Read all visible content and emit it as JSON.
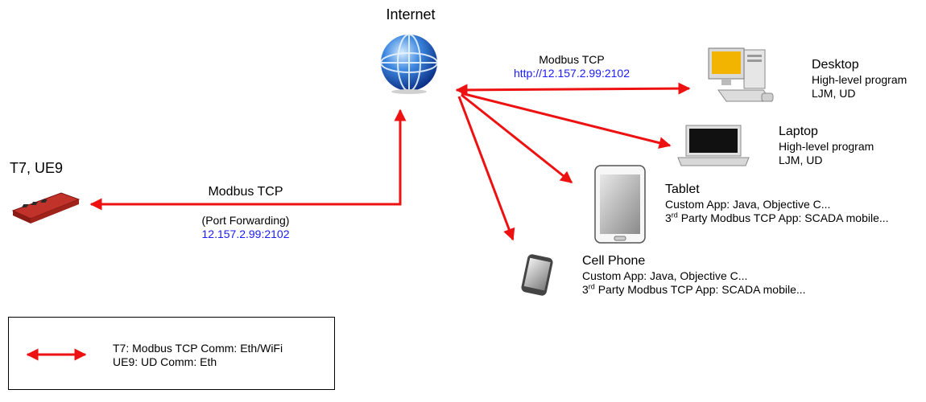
{
  "colors": {
    "arrow": "#ee1111",
    "ip_text": "#1a1aff"
  },
  "internet": {
    "label": "Internet",
    "icon": "globe-icon"
  },
  "device": {
    "label": "T7, UE9",
    "icon": "labjack-device-icon"
  },
  "left_link": {
    "protocol": "Modbus TCP",
    "note": "(Port Forwarding)",
    "address": "12.157.2.99:2102"
  },
  "right_link": {
    "protocol": "Modbus TCP",
    "address": "http://12.157.2.99:2102"
  },
  "clients": [
    {
      "name": "Desktop",
      "icon": "desktop-computer-icon",
      "line1": "High-level program",
      "line2": "LJM, UD"
    },
    {
      "name": "Laptop",
      "icon": "laptop-icon",
      "line1": "High-level program",
      "line2": "LJM, UD"
    },
    {
      "name": "Tablet",
      "icon": "tablet-icon",
      "line1": "Custom App: Java, Objective C...",
      "line2_prefix": "3",
      "line2_sup": "rd",
      "line2_rest": " Party Modbus TCP App: SCADA mobile..."
    },
    {
      "name": "Cell Phone",
      "icon": "cell-phone-icon",
      "line1": "Custom App: Java, Objective C...",
      "line2_prefix": "3",
      "line2_sup": "rd",
      "line2_rest": " Party Modbus TCP App: SCADA mobile..."
    }
  ],
  "legend": {
    "line1": "T7: Modbus TCP Comm: Eth/WiFi",
    "line2": "UE9: UD Comm: Eth"
  }
}
